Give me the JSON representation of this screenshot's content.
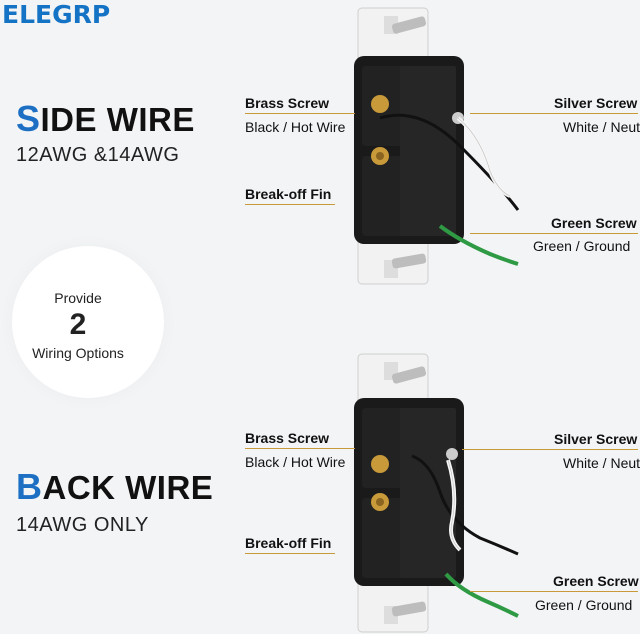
{
  "brand": {
    "logo": "ELEGRP"
  },
  "top": {
    "title_first": "S",
    "title_rest": "IDE WIRE",
    "subtitle": "12AWG &14AWG"
  },
  "bottom": {
    "title_first": "B",
    "title_rest": "ACK WIRE",
    "subtitle": "14AWG ONLY"
  },
  "badge": {
    "line1": "Provide",
    "number": "2",
    "line2": "Wiring Options"
  },
  "labels_top": {
    "brass": "Brass Screw",
    "black": "Black / Hot Wire",
    "fin": "Break-off Fin",
    "silver": "Silver Screw",
    "white": "White / Neutral",
    "green": "Green Screw",
    "ground": "Green / Ground"
  },
  "labels_bottom": {
    "brass": "Brass Screw",
    "black": "Black / Hot Wire",
    "fin": "Break-off Fin",
    "silver": "Silver Screw",
    "white": "White / Neutral",
    "green": "Green Screw",
    "ground": "Green / Ground"
  },
  "colors": {
    "accent": "#1d6fc4",
    "brass": "#c99a3a",
    "green_wire": "#2f9a44",
    "device_body": "#1a1a1a"
  }
}
